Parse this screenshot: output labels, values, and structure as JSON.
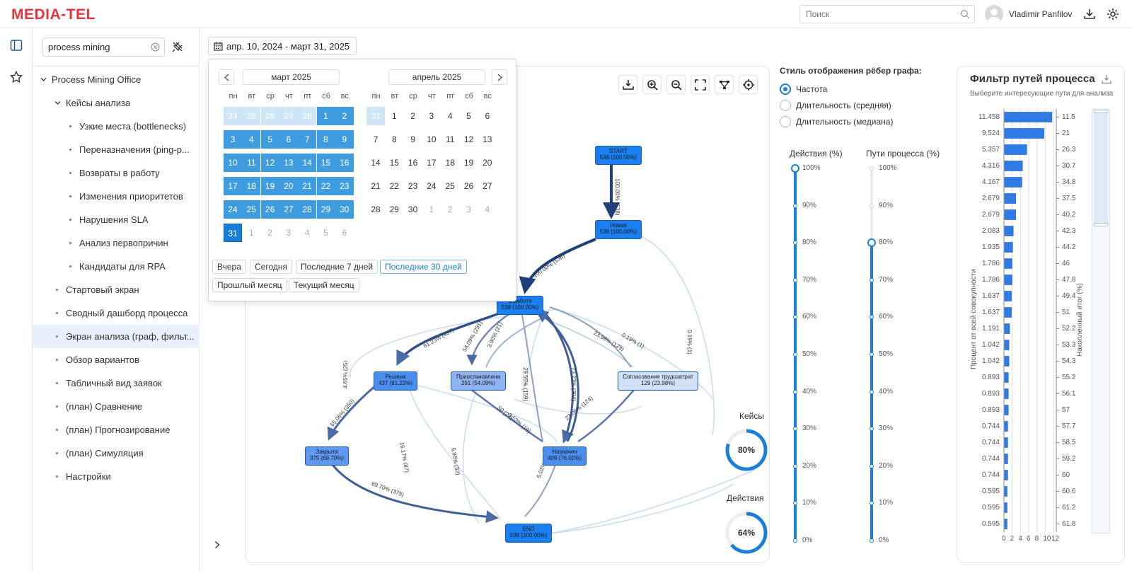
{
  "header": {
    "logo": "MEDIA-TEL",
    "search_placeholder": "Поиск",
    "user_name": "Vladimir Panfilov"
  },
  "sidebar": {
    "search_value": "process mining",
    "items": [
      {
        "label": "Process Mining Office"
      },
      {
        "label": "Кейсы анализа"
      },
      {
        "label": "Узкие места (bottlenecks)"
      },
      {
        "label": "Переназначения (ping-p..."
      },
      {
        "label": "Возвраты в работу"
      },
      {
        "label": "Изменения приоритетов"
      },
      {
        "label": "Нарушения SLA"
      },
      {
        "label": "Анализ первопричин"
      },
      {
        "label": "Кандидаты для RPA"
      },
      {
        "label": "Стартовый экран"
      },
      {
        "label": "Сводный дашборд процесса"
      },
      {
        "label": "Экран анализа (граф, фильт..."
      },
      {
        "label": "Обзор вариантов"
      },
      {
        "label": "Табличный вид заявок"
      },
      {
        "label": "(план) Сравнение"
      },
      {
        "label": "(план) Прогнозирование"
      },
      {
        "label": "(план) Симуляция"
      },
      {
        "label": "Настройки"
      }
    ]
  },
  "date_range": {
    "label": "апр. 10, 2024 - март 31, 2025"
  },
  "calendar": {
    "left_month": "март 2025",
    "right_month": "апрель 2025",
    "weekdays": [
      "пн",
      "вт",
      "ср",
      "чт",
      "пт",
      "сб",
      "вс"
    ],
    "left_days": [
      [
        "24",
        "25",
        "26",
        "27",
        "28",
        "1",
        "2"
      ],
      [
        "3",
        "4",
        "5",
        "6",
        "7",
        "8",
        "9"
      ],
      [
        "10",
        "11",
        "12",
        "13",
        "14",
        "15",
        "16"
      ],
      [
        "17",
        "18",
        "19",
        "20",
        "21",
        "22",
        "23"
      ],
      [
        "24",
        "25",
        "26",
        "27",
        "28",
        "29",
        "30"
      ],
      [
        "31",
        "1",
        "2",
        "3",
        "4",
        "5",
        "6"
      ]
    ],
    "right_days": [
      [
        "31",
        "1",
        "2",
        "3",
        "4",
        "5",
        "6"
      ],
      [
        "7",
        "8",
        "9",
        "10",
        "11",
        "12",
        "13"
      ],
      [
        "14",
        "15",
        "16",
        "17",
        "18",
        "19",
        "20"
      ],
      [
        "21",
        "22",
        "23",
        "24",
        "25",
        "26",
        "27"
      ],
      [
        "28",
        "29",
        "30",
        "1",
        "2",
        "3",
        "4"
      ]
    ],
    "presets": [
      "Вчера",
      "Сегодня",
      "Последние 7 дней",
      "Последние 30 дней",
      "Прошлый месяц",
      "Текущий месяц"
    ]
  },
  "graph": {
    "nodes": [
      {
        "id": "start",
        "name": "START",
        "stat": "538 (100.00%)"
      },
      {
        "id": "new",
        "name": "Новая",
        "stat": "538 (100.00%)"
      },
      {
        "id": "work",
        "name": "В работе",
        "stat": "538 (100.00%)"
      },
      {
        "id": "solved",
        "name": "Решена",
        "stat": "437 (81.23%)"
      },
      {
        "id": "paused",
        "name": "Приостановлена",
        "stat": "291 (54.09%)"
      },
      {
        "id": "agree",
        "name": "Согласование трудозатрат",
        "stat": "129 (23.98%)"
      },
      {
        "id": "closed",
        "name": "Закрыта",
        "stat": "375 (69.70%)"
      },
      {
        "id": "assigned",
        "name": "Назначен",
        "stat": "409 (76.02%)"
      },
      {
        "id": "end",
        "name": "END",
        "stat": "538 (100.00%)"
      }
    ],
    "edge_labels": [
      "100.00% (538)",
      "100.00% (538)",
      "61.23% (437)",
      "54.09% (291)",
      "3.90% (21)",
      "23.98% (129)",
      "0.19% (1)",
      "4.65% (25)",
      "29.55% (159)",
      "73.23% (394)",
      "0.19% (1)",
      "65.06% (350)",
      "50 (27)",
      "3.53% (19)",
      "23.05% (124)",
      "16.17% (87)",
      "5.95% (32)",
      "69.70% (375)",
      "5.02% (27)"
    ]
  },
  "gauges": {
    "cases_title": "Кейсы",
    "cases_value": "80%",
    "cases_level": 0.8,
    "actions_title": "Действия",
    "actions_value": "64%",
    "actions_level": 0.64
  },
  "edge_style": {
    "title": "Стиль отображения рёбер графа:",
    "options": [
      "Частота",
      "Длительность (средняя)",
      "Длительность (медиана)"
    ],
    "selected": "Частота"
  },
  "sliders": {
    "actions_title": "Действия (%)",
    "paths_title": "Пути процесса (%)",
    "ticks": [
      "100%",
      "90%",
      "80%",
      "70%",
      "60%",
      "50%",
      "40%",
      "30%",
      "20%",
      "10%",
      "0%"
    ],
    "actions_value_pct": 100,
    "paths_value_pct": 80
  },
  "path_filter": {
    "title": "Фильтр путей процесса",
    "subtitle": "Выберите интересующие пути для анализа",
    "left_axis_label": "Процент от всей совокупности",
    "right_axis_label": "Накопленный итог (%)",
    "x_ticks": [
      "0",
      "2",
      "4",
      "6",
      "8",
      "10",
      "12"
    ]
  },
  "chart_data": {
    "type": "bar",
    "orientation": "horizontal",
    "title": "Фильтр путей процесса",
    "xlim": [
      0,
      12
    ],
    "values": [
      11.458,
      9.524,
      5.357,
      4.316,
      4.167,
      2.679,
      2.679,
      2.083,
      1.935,
      1.786,
      1.786,
      1.637,
      1.637,
      1.191,
      1.042,
      1.042,
      0.893,
      0.893,
      0.893,
      0.744,
      0.744,
      0.744,
      0.744,
      0.595,
      0.595,
      0.595
    ],
    "value_labels": [
      "11.458",
      "9.524",
      "5.357",
      "4.316",
      "4.167",
      "2.679",
      "2.679",
      "2.083",
      "1.935",
      "1.786",
      "1.786",
      "1.637",
      "1.637",
      "1.191",
      "1.042",
      "1.042",
      "0.893",
      "0.893",
      "0.893",
      "0.744",
      "0.744",
      "0.744",
      "0.744",
      "0.595",
      "0.595",
      "0.595"
    ],
    "cumulative_labels": [
      "11.5",
      "21",
      "26.3",
      "30.7",
      "34.8",
      "37.5",
      "40.2",
      "42.3",
      "44.2",
      "46",
      "47.8",
      "49.4",
      "51",
      "52.2",
      "53.3",
      "54.3",
      "55.2",
      "56.1",
      "57",
      "57.7",
      "58.5",
      "59.2",
      "60",
      "60.6",
      "61.2",
      "61.8"
    ],
    "xlabel": "",
    "ylabel_left": "Процент от всей совокупности",
    "ylabel_right": "Накопленный итог (%)",
    "grid": true
  }
}
